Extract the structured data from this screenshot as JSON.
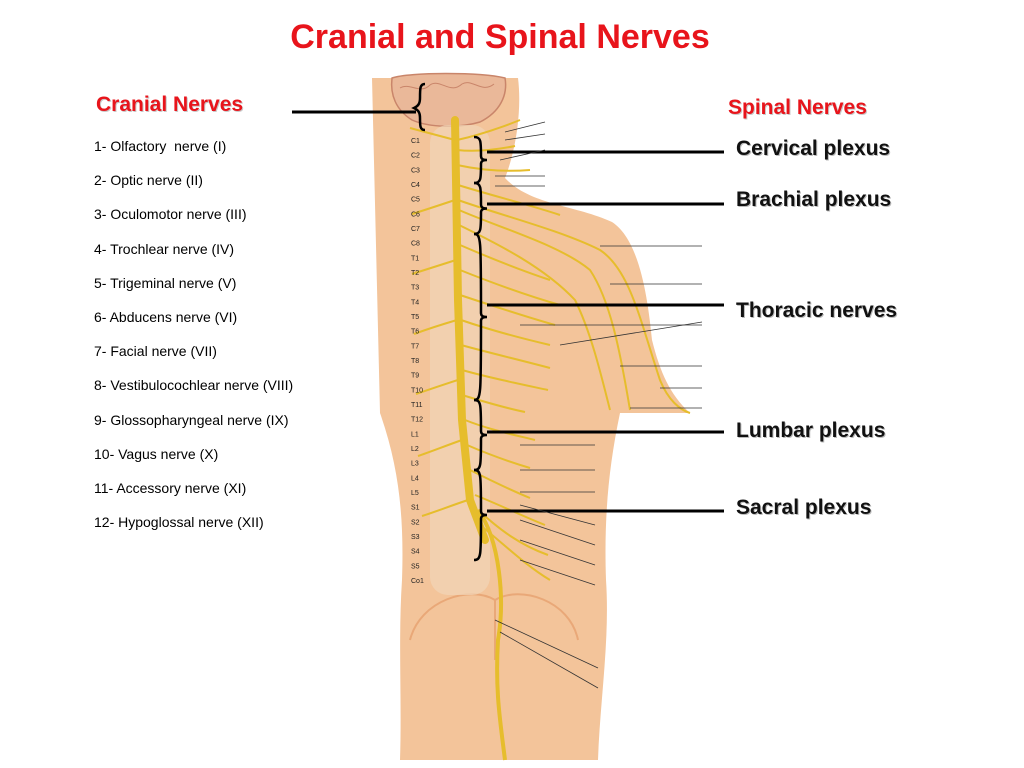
{
  "title": "Cranial and Spinal Nerves",
  "cranial_heading": "Cranial Nerves",
  "spinal_heading": "Spinal Nerves",
  "cranial_nerves": [
    "1- Olfactory  nerve (I)",
    "2- Optic nerve (II)",
    "3- Oculomotor nerve (III)",
    "4- Trochlear nerve (IV)",
    "5- Trigeminal nerve (V)",
    "6- Abducens nerve (VI)",
    "7- Facial nerve (VII)",
    "8- Vestibulocochlear nerve (VIII)",
    "9- Glossopharyngeal nerve (IX)",
    "10- Vagus nerve (X)",
    "11- Accessory nerve (XI)",
    "12- Hypoglossal nerve (XII)"
  ],
  "spinal_groups": [
    "Cervical plexus",
    "Brachial plexus",
    "Thoracic nerves",
    "Lumbar plexus",
    "Sacral plexus"
  ],
  "vertebra_labels": [
    "C1",
    "C2",
    "C3",
    "C4",
    "C5",
    "C6",
    "C7",
    "C8",
    "T1",
    "T2",
    "T3",
    "T4",
    "T5",
    "T6",
    "T7",
    "T8",
    "T9",
    "T10",
    "T11",
    "T12",
    "L1",
    "L2",
    "L3",
    "L4",
    "L5",
    "S1",
    "S2",
    "S3",
    "S4",
    "S5",
    "Co1"
  ],
  "colors": {
    "heading_red": "#e8141b",
    "skin": "#f3c49a",
    "skin_dark": "#e9a878",
    "nerve": "#e6bd2c",
    "pointer": "#000000"
  }
}
